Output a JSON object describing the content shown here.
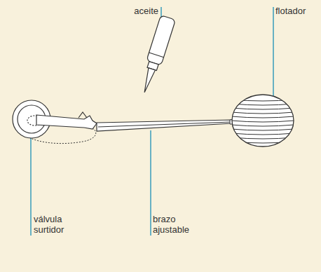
{
  "diagram": {
    "labels": [
      "aceite",
      "flotador",
      "válvula surtidor",
      "brazo ajustable"
    ]
  }
}
